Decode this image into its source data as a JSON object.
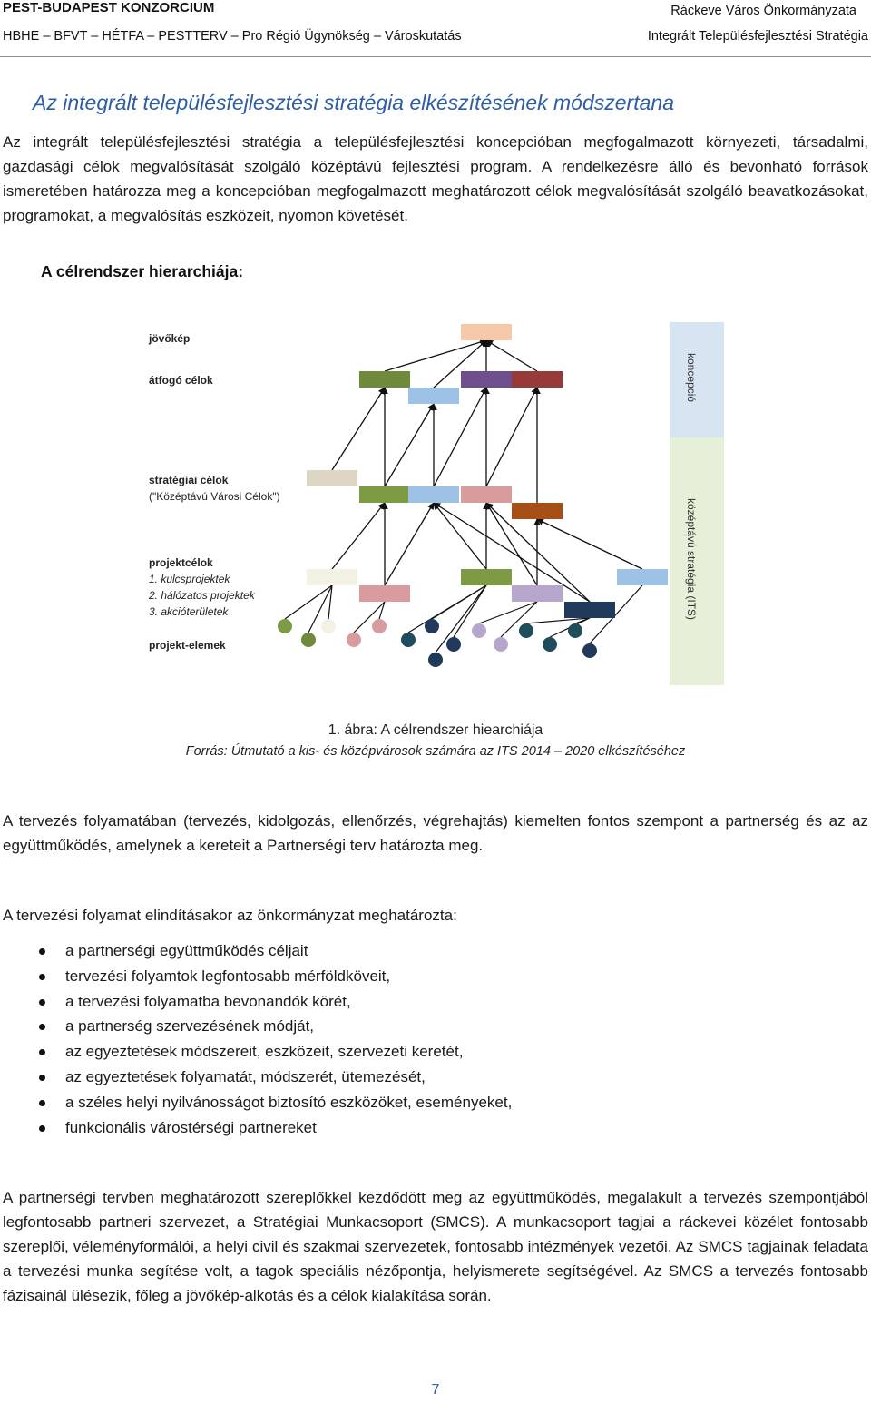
{
  "header": {
    "left_line1": "PEST-BUDAPEST KONZORCIUM",
    "left_line2": "HBHE – BFVT – HÉTFA – PESTTERV – Pro Régió Ügynökség – Városkutatás",
    "right_line1": "Ráckeve Város Önkormányzata",
    "right_line2": "Integrált Településfejlesztési Stratégia"
  },
  "section_title": "Az integrált településfejlesztési stratégia elkészítésének módszertana",
  "paragraph1": "Az integrált településfejlesztési stratégia a településfejlesztési koncepcióban megfogalmazott környezeti, társadalmi, gazdasági célok megvalósítását szolgáló középtávú fejlesztési program. A rendelkezésre álló és bevonható források ismeretében határozza meg a koncepcióban megfogalmazott meghatározott célok megvalósítását szolgáló beavatkozásokat, programokat, a megvalósítás eszközeit, nyomon követését.",
  "subheading": "A célrendszer hierarchiája:",
  "figure": {
    "labels": {
      "vision": "jövőkép",
      "overarching": "átfogó célok",
      "strategic_1": "stratégiai célok",
      "strategic_2": "(\"Középtávú Városi Célok\")",
      "projects": "projektcélok",
      "proj_1": "1. kulcsprojektek",
      "proj_2": "2. hálózatos projektek",
      "proj_3": "3. akcióterületek",
      "elements": "projekt-elemek",
      "side_top": "koncepció",
      "side_bottom": "középtávú stratégia (ITS)"
    },
    "colors": {
      "peach": "#f5c9a8",
      "olive": "#6e8a3a",
      "purple": "#6f4f8b",
      "darkred": "#963a3a",
      "lightblue": "#9ec2e6",
      "beige": "#ddd6c4",
      "green": "#7d9b44",
      "pink": "#d99c9e",
      "orange": "#a64f16",
      "lavender": "#b6a6cc",
      "navy": "#213a5c",
      "teal": "#1f4d5c",
      "cream": "#f3f0e4",
      "side_blue": "#d7e4f1",
      "side_green": "#e6f0d8"
    }
  },
  "caption": "1. ábra: A célrendszer hiearchiája",
  "source": "Forrás: Útmutató a kis- és középvárosok számára az ITS 2014 – 2020 elkészítéséhez",
  "paragraph2": "A tervezés folyamatában (tervezés, kidolgozás, ellenőrzés, végrehajtás) kiemelten fontos szempont a partnerség és az az együttműködés, amelynek a kereteit a Partnerségi terv határozta meg.",
  "paragraph3": "A tervezési folyamat elindításakor az önkormányzat meghatározta:",
  "bullets": [
    "a partnerségi együttműködés céljait",
    "tervezési folyamtok legfontosabb mérföldköveit,",
    "a tervezési folyamatba bevonandók körét,",
    "a partnerség szervezésének módját,",
    "az egyeztetések módszereit, eszközeit, szervezeti keretét,",
    "az egyeztetések folyamatát, módszerét, ütemezését,",
    "a széles helyi nyilvánosságot biztosító eszközöket, eseményeket,",
    "funkcionális várostérségi partnereket"
  ],
  "paragraph4": "A partnerségi tervben meghatározott szereplőkkel kezdődött meg az együttműködés, megalakult a tervezés szempontjából legfontosabb partneri szervezet, a Stratégiai Munkacsoport (SMCS). A munkacsoport tagjai a ráckevei közélet fontosabb szereplői, véleményformálói, a helyi civil és szakmai szervezetek, fontosabb intézmények vezetői. Az SMCS tagjainak feladata a tervezési munka segítése volt, a tagok speciális nézőpontja, helyismerete segítségével. Az SMCS a tervezés fontosabb fázisainál ülésezik, főleg a jövőkép-alkotás és a célok kialakítása során.",
  "page_number": "7"
}
